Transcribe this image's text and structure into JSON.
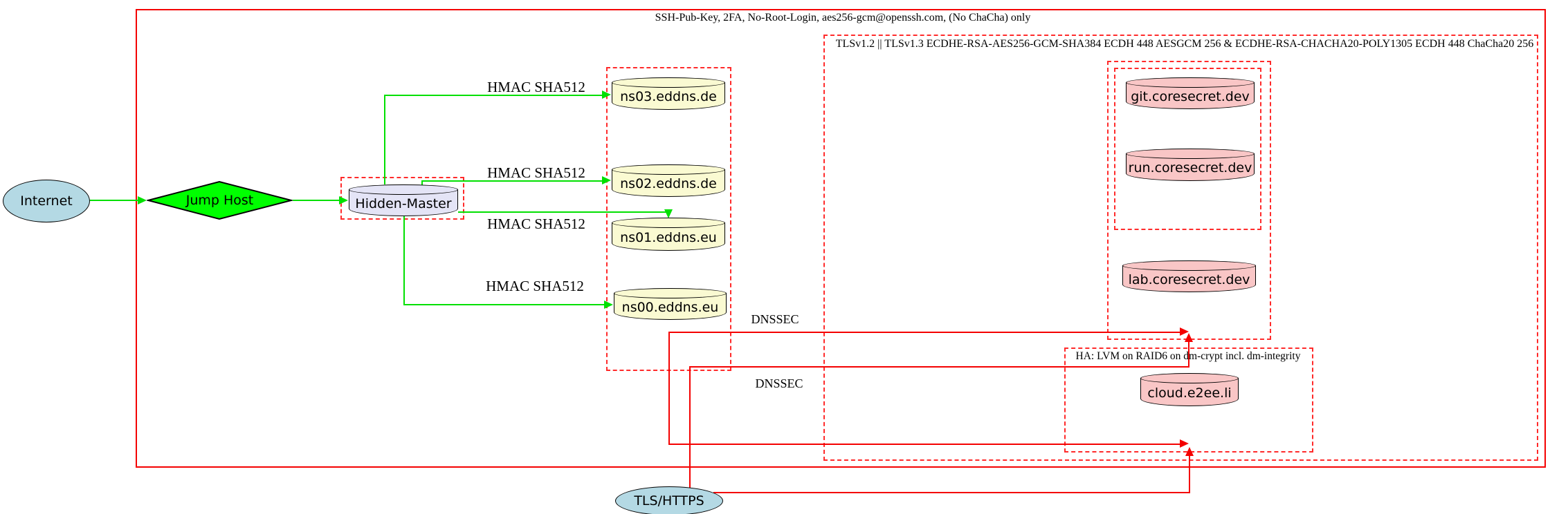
{
  "clusters": {
    "ssh": {
      "label": "SSH-Pub-Key, 2FA, No-Root-Login, aes256-gcm@openssh.com, (No ChaCha) only"
    },
    "tls": {
      "label": "TLSv1.2 || TLSv1.3 ECDHE-RSA-AES256-GCM-SHA384 ECDH 448 AESGCM 256 & ECDHE-RSA-CHACHA20-POLY1305 ECDH 448 ChaCha20 256"
    },
    "ha": {
      "label": "HA: LVM on RAID6 on dm-crypt incl. dm-integrity"
    }
  },
  "nodes": {
    "internet": {
      "label": "Internet",
      "shape": "ellipse",
      "fill": "#b4d9e4"
    },
    "jump_host": {
      "label": "Jump Host",
      "shape": "diamond",
      "fill": "#00ff00"
    },
    "hidden_master": {
      "label": "Hidden-Master",
      "shape": "cylinder",
      "fill": "#e4e4f6"
    },
    "ns03": {
      "label": "ns03.eddns.de",
      "shape": "cylinder",
      "fill": "#fafad2"
    },
    "ns02": {
      "label": "ns02.eddns.de",
      "shape": "cylinder",
      "fill": "#fafad2"
    },
    "ns01": {
      "label": "ns01.eddns.eu",
      "shape": "cylinder",
      "fill": "#fafad2"
    },
    "ns00": {
      "label": "ns00.eddns.eu",
      "shape": "cylinder",
      "fill": "#fafad2"
    },
    "git": {
      "label": "git.coresecret.dev",
      "shape": "cylinder",
      "fill": "#f9c6c6"
    },
    "run": {
      "label": "run.coresecret.dev",
      "shape": "cylinder",
      "fill": "#f9c6c6"
    },
    "lab": {
      "label": "lab.coresecret.dev",
      "shape": "cylinder",
      "fill": "#f9c6c6"
    },
    "cloud": {
      "label": "cloud.e2ee.li",
      "shape": "cylinder",
      "fill": "#f9c6c6"
    },
    "tls_https": {
      "label": "TLS/HTTPS",
      "shape": "ellipse",
      "fill": "#b4d9e4"
    }
  },
  "edge_labels": {
    "hmac": "HMAC SHA512",
    "dnssec": "DNSSEC"
  },
  "edges": [
    {
      "from": "Internet",
      "to": "Jump Host",
      "color": "#00e000",
      "label": ""
    },
    {
      "from": "Jump Host",
      "to": "Hidden-Master",
      "color": "#00e000",
      "label": ""
    },
    {
      "from": "Hidden-Master",
      "to": "ns03.eddns.de",
      "color": "#00e000",
      "label": "HMAC SHA512"
    },
    {
      "from": "Hidden-Master",
      "to": "ns02.eddns.de",
      "color": "#00e000",
      "label": "HMAC SHA512"
    },
    {
      "from": "Hidden-Master",
      "to": "ns01.eddns.eu",
      "color": "#00e000",
      "label": "HMAC SHA512"
    },
    {
      "from": "Hidden-Master",
      "to": "ns00.eddns.eu",
      "color": "#00e000",
      "label": "HMAC SHA512"
    },
    {
      "from": "ns00.eddns.eu",
      "to": "coresecret-cluster",
      "color": "#f40000",
      "label": "DNSSEC"
    },
    {
      "from": "ns00.eddns.eu",
      "to": "ha-cluster",
      "color": "#f40000",
      "label": "DNSSEC"
    },
    {
      "from": "TLS/HTTPS",
      "to": "coresecret-cluster",
      "color": "#f40000",
      "label": ""
    },
    {
      "from": "TLS/HTTPS",
      "to": "ha-cluster",
      "color": "#f40000",
      "label": ""
    }
  ],
  "colors": {
    "edge_green": "#00e000",
    "edge_red": "#f40000",
    "cluster_red": "#ff2a2a",
    "fill_lightblue": "#b4d9e4",
    "fill_green": "#00ff00",
    "fill_lavender": "#e4e4f6",
    "fill_lightyellow": "#fafad2",
    "fill_pink": "#f9c6c6",
    "stroke_black": "#000000"
  }
}
